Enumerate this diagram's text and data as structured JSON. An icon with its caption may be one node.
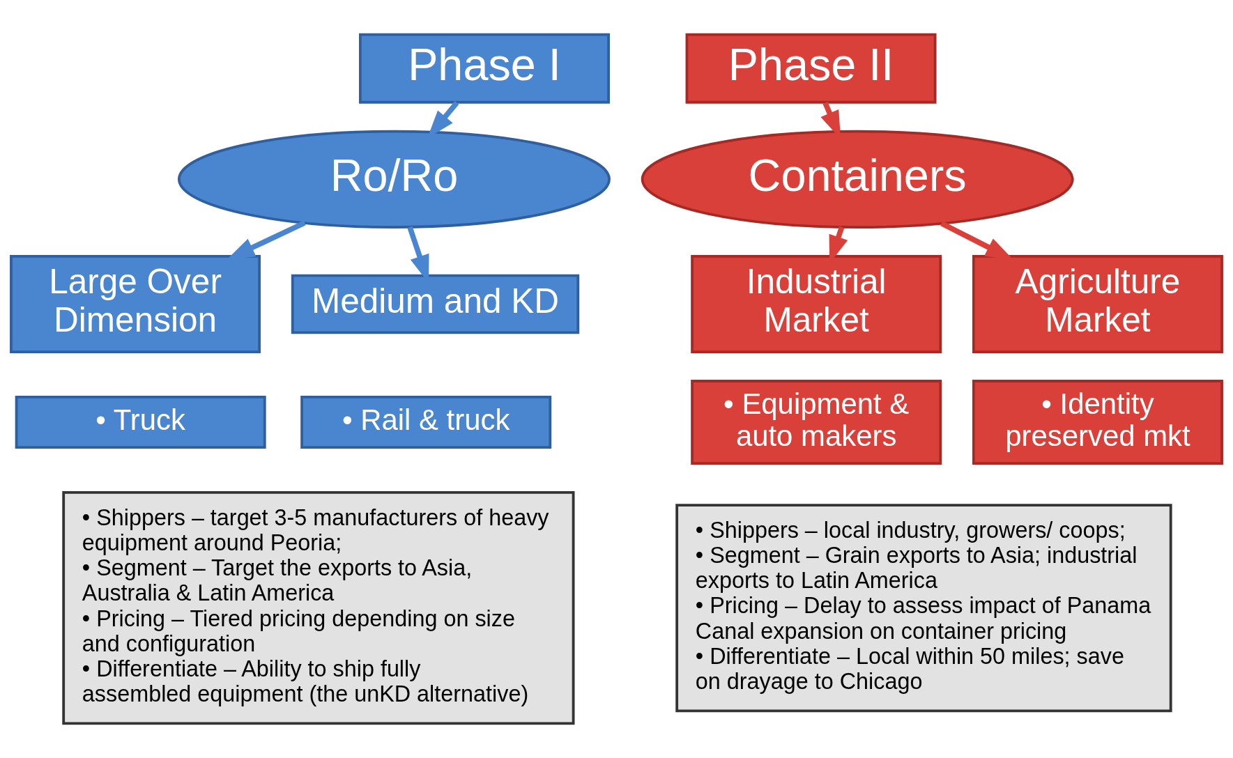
{
  "diagram": {
    "nodes": [
      {
        "text": [
          "Phase I"
        ]
      },
      {
        "text": [
          "Ro/Ro"
        ]
      },
      {
        "text": [
          "Large Over Dimension"
        ]
      },
      {
        "text": [
          "Medium and KD"
        ]
      },
      {
        "text": [
          "• Truck"
        ]
      },
      {
        "text": [
          "• Rail & truck"
        ]
      },
      {
        "text": [
          "• Shippers – target 3-5 manufacturers of heavy equipment around Peoria;",
          "• Segment – Target the exports to Asia, Australia & Latin America",
          "• Pricing – Tiered pricing depending on size and configuration",
          "• Differentiate – Ability to ship fully assembled equipment (the unKD alternative)"
        ]
      },
      {
        "text": [
          "Phase II"
        ]
      },
      {
        "text": [
          "Containers"
        ]
      },
      {
        "text": [
          "Industrial Market"
        ]
      },
      {
        "text": [
          "Agriculture Market"
        ]
      },
      {
        "text": [
          "• Equipment & auto makers"
        ]
      },
      {
        "text": [
          "• Identity preserved mkt"
        ]
      },
      {
        "text": [
          "• Shippers – local industry, growers/ coops;",
          "• Segment – Grain exports to Asia; industrial exports to Latin America",
          "• Pricing – Delay to assess impact of Panama Canal expansion on container pricing",
          "• Differentiate – Local within 50 miles; save on drayage to Chicago"
        ]
      }
    ],
    "edges": [
      {
        "from": 0,
        "to": 1,
        "arrow": "to"
      },
      {
        "from": 1,
        "to": 2,
        "arrow": "to"
      },
      {
        "from": 1,
        "to": 3,
        "arrow": "to"
      },
      {
        "from": 7,
        "to": 8,
        "arrow": "to",
        "color": "#d9403a"
      },
      {
        "from": 8,
        "to": 9,
        "arrow": "to",
        "color": "#d9403a"
      },
      {
        "from": 8,
        "to": 10,
        "arrow": "to",
        "color": "#d9403a"
      }
    ]
  }
}
